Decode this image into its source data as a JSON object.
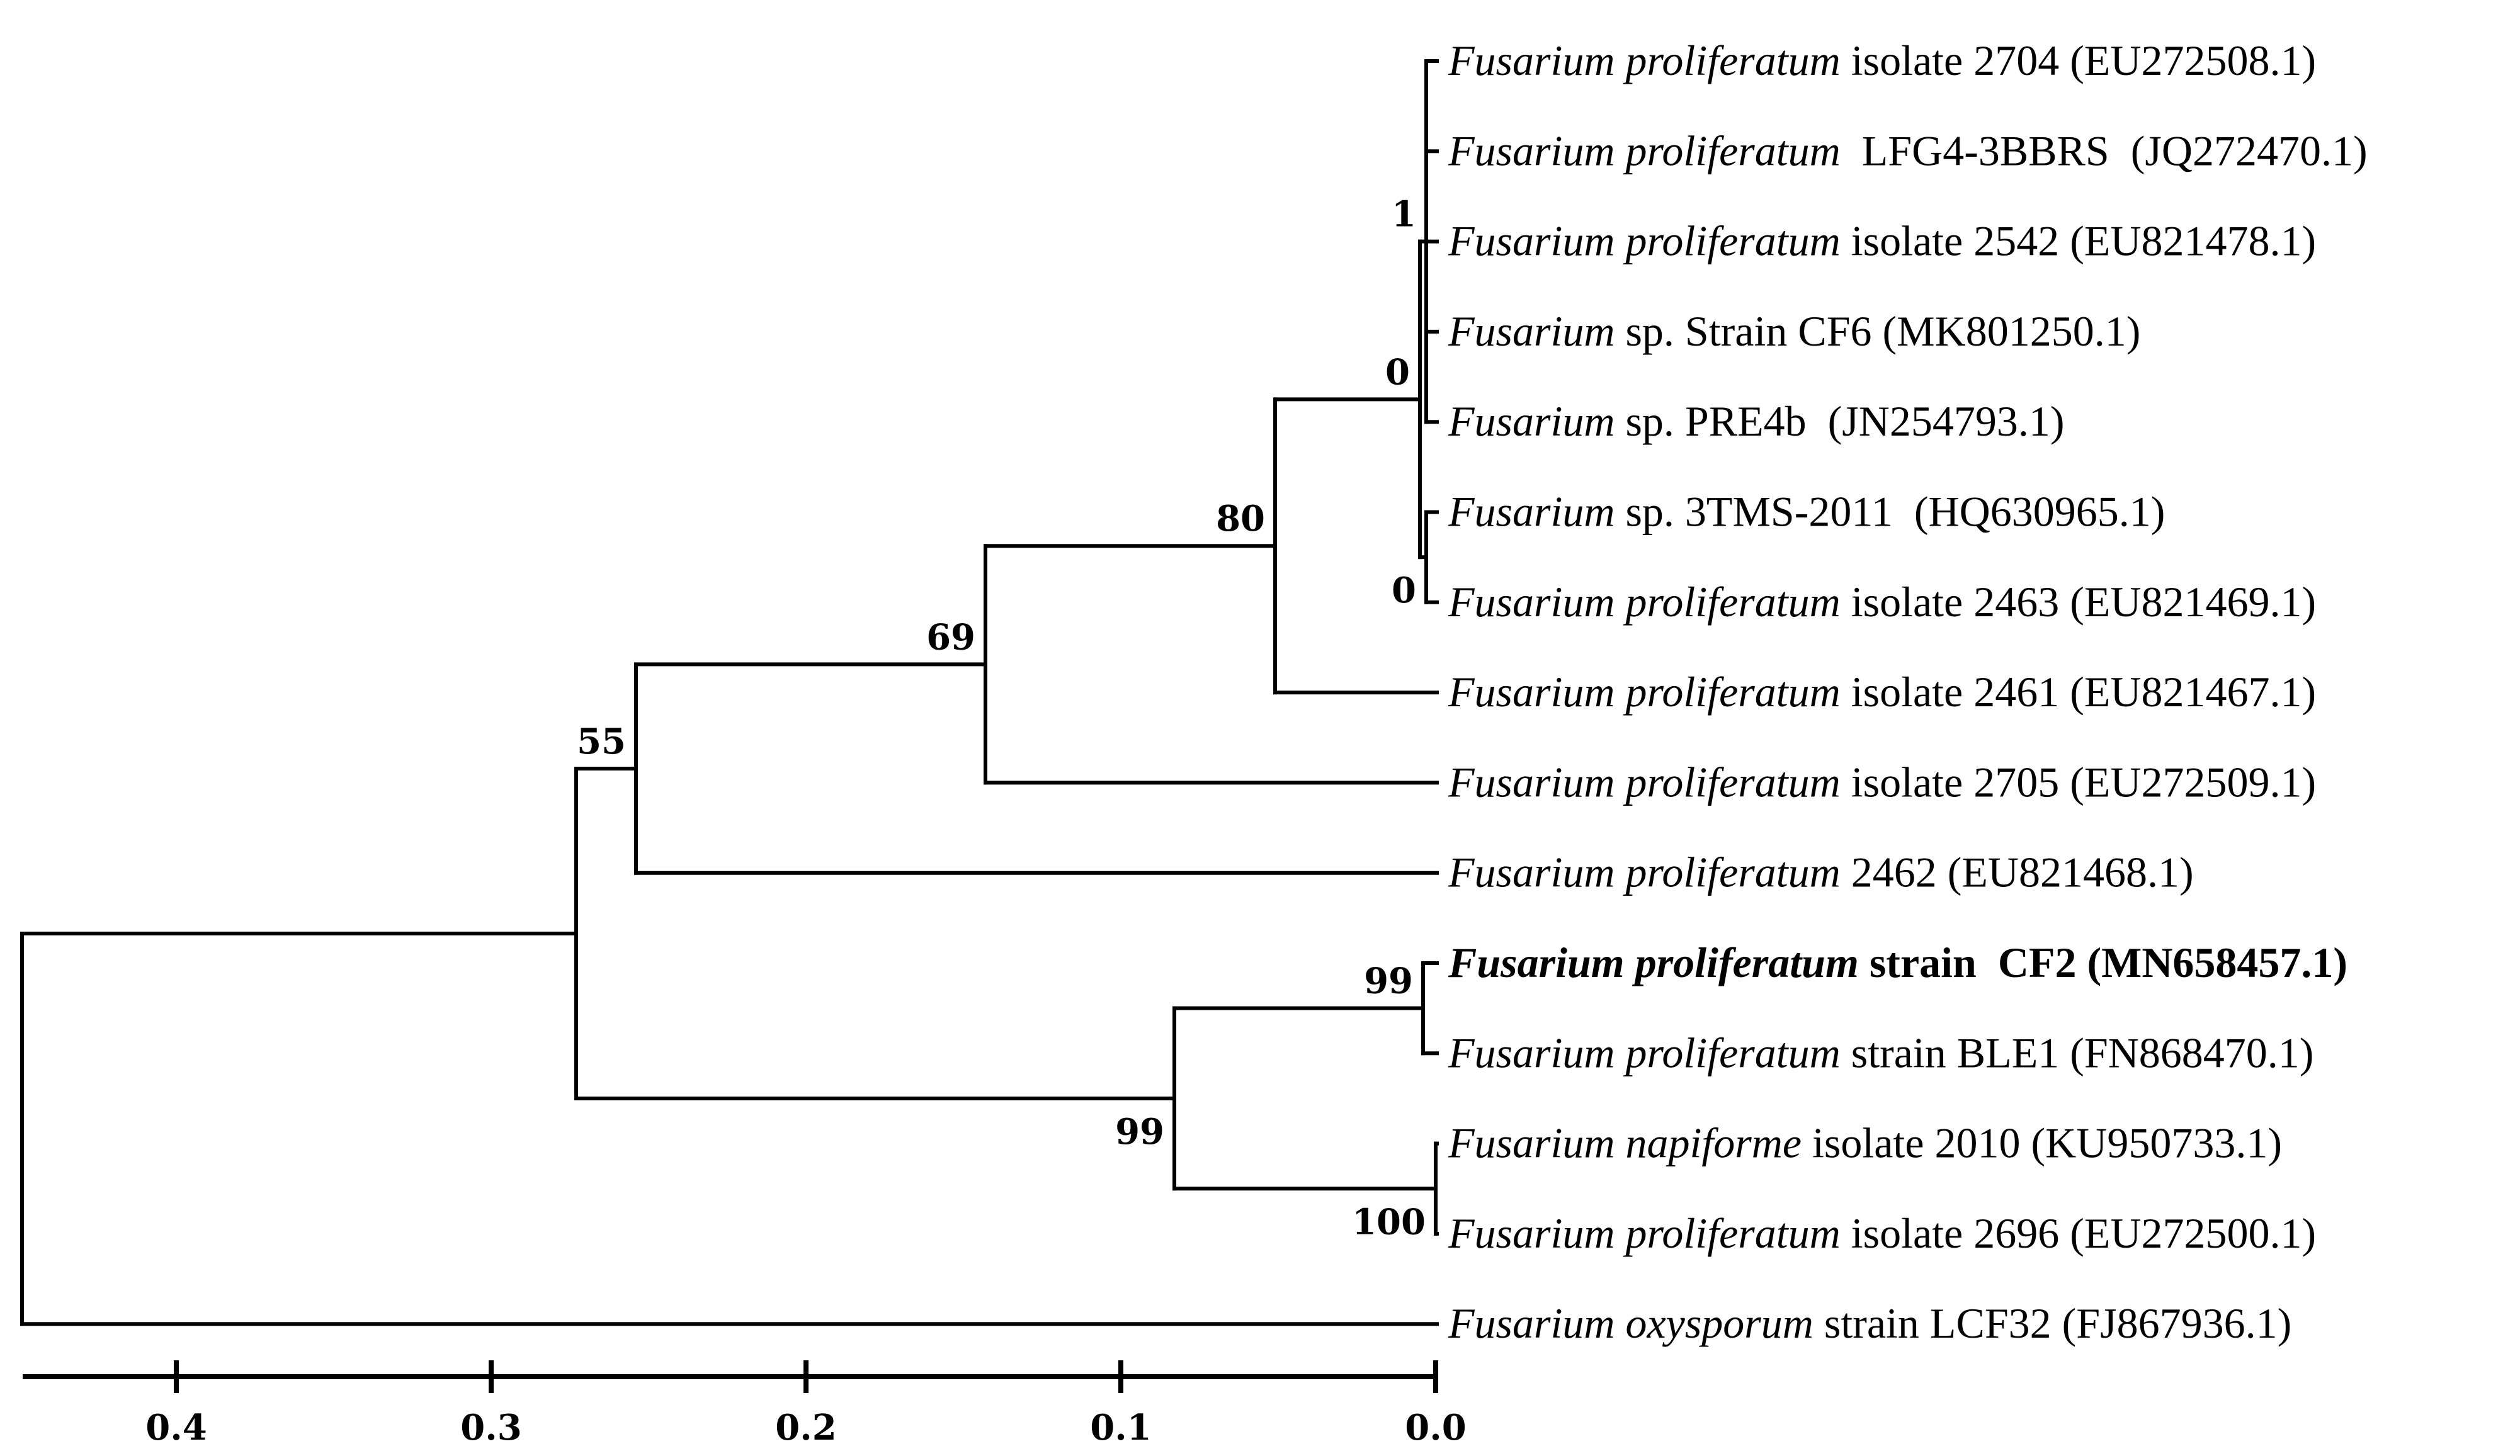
{
  "tree": {
    "taxa": [
      {
        "id": "t1",
        "genus": "Fusarium",
        "epithet": "proliferatum",
        "rest": " isolate 2704 (EU272508.1)",
        "bold": false
      },
      {
        "id": "t2",
        "genus": "Fusarium",
        "epithet": "proliferatum",
        "rest": "  LFG4-3BBRS  (JQ272470.1)",
        "bold": false
      },
      {
        "id": "t3",
        "genus": "Fusarium",
        "epithet": "proliferatum",
        "rest": " isolate 2542 (EU821478.1)",
        "bold": false
      },
      {
        "id": "t4",
        "genus": "Fusarium",
        "epithet": "",
        "rest": " sp. Strain CF6 (MK801250.1)",
        "bold": false
      },
      {
        "id": "t5",
        "genus": "Fusarium",
        "epithet": "",
        "rest": " sp. PRE4b  (JN254793.1)",
        "bold": false
      },
      {
        "id": "t6",
        "genus": "Fusarium",
        "epithet": "",
        "rest": " sp. 3TMS-2011  (HQ630965.1)",
        "bold": false
      },
      {
        "id": "t7",
        "genus": "Fusarium",
        "epithet": "proliferatum",
        "rest": " isolate 2463 (EU821469.1)",
        "bold": false
      },
      {
        "id": "t8",
        "genus": "Fusarium",
        "epithet": "proliferatum",
        "rest": " isolate 2461 (EU821467.1)",
        "bold": false
      },
      {
        "id": "t9",
        "genus": "Fusarium",
        "epithet": "proliferatum",
        "rest": " isolate 2705 (EU272509.1)",
        "bold": false
      },
      {
        "id": "t10",
        "genus": "Fusarium",
        "epithet": "proliferatum",
        "rest": " 2462 (EU821468.1)",
        "bold": false
      },
      {
        "id": "t11",
        "genus": "Fusarium",
        "epithet": "proliferatum",
        "rest": " strain  CF2 (MN658457.1)",
        "bold": true
      },
      {
        "id": "t12",
        "genus": "Fusarium",
        "epithet": "proliferatum",
        "rest": " strain BLE1 (FN868470.1)",
        "bold": false
      },
      {
        "id": "t13",
        "genus": "Fusarium",
        "epithet": "napiforme",
        "rest": " isolate 2010 (KU950733.1)",
        "bold": false
      },
      {
        "id": "t14",
        "genus": "Fusarium",
        "epithet": "proliferatum",
        "rest": " isolate 2696 (EU272500.1)",
        "bold": false
      },
      {
        "id": "t15",
        "genus": "Fusarium",
        "epithet": "oxysporum",
        "rest": " strain LCF32 (FJ867936.1)",
        "bold": false
      }
    ],
    "nodes": [
      {
        "id": "n1",
        "depth": 0.003,
        "children": [
          "t1",
          "t2",
          "t3",
          "t4",
          "t5"
        ],
        "support": "1"
      },
      {
        "id": "n2",
        "depth": 0.003,
        "children": [
          "t6",
          "t7"
        ],
        "support": "0"
      },
      {
        "id": "n3",
        "depth": 0.005,
        "children": [
          "n1",
          "n2"
        ],
        "support": "0"
      },
      {
        "id": "n4",
        "depth": 0.051,
        "children": [
          "n3",
          "t8"
        ],
        "support": "80"
      },
      {
        "id": "n5",
        "depth": 0.143,
        "children": [
          "n4",
          "t9"
        ],
        "support": "69"
      },
      {
        "id": "n6",
        "depth": 0.254,
        "children": [
          "n5",
          "t10"
        ],
        "support": "55"
      },
      {
        "id": "n7",
        "depth": 0.004,
        "children": [
          "t11",
          "t12"
        ],
        "support": "99"
      },
      {
        "id": "n8",
        "depth": 0.0,
        "children": [
          "t13",
          "t14"
        ],
        "support": "100"
      },
      {
        "id": "n9",
        "depth": 0.083,
        "children": [
          "n7",
          "n8"
        ],
        "support": "99"
      },
      {
        "id": "n10",
        "depth": 0.273,
        "children": [
          "n6",
          "n9"
        ],
        "support": ""
      },
      {
        "id": "root",
        "depth": 0.449,
        "children": [
          "n10",
          "t15"
        ],
        "support": ""
      }
    ]
  },
  "scale_axis": {
    "ticks": [
      "0.4",
      "0.3",
      "0.2",
      "0.1",
      "0.0"
    ],
    "tick_values": [
      0.4,
      0.3,
      0.2,
      0.1,
      0.0
    ],
    "range": [
      0.0,
      0.45
    ]
  }
}
